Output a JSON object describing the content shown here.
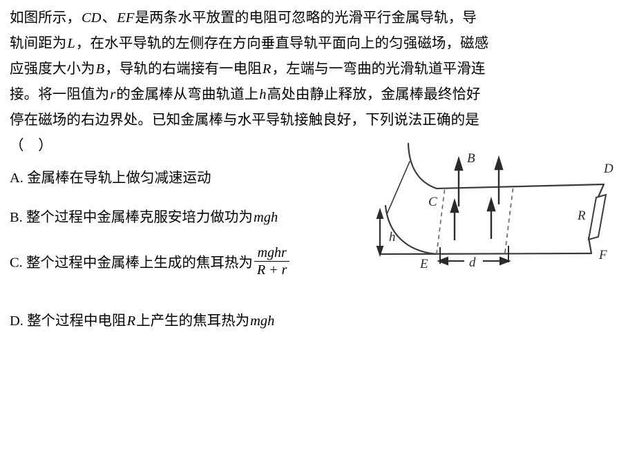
{
  "document": {
    "type": "physics-multiple-choice-question",
    "language": "zh-CN"
  },
  "stem": {
    "lines": [
      {
        "parts": [
          {
            "t": "text",
            "v": "如图所示，"
          },
          {
            "t": "math",
            "v": "CD"
          },
          {
            "t": "text",
            "v": "、"
          },
          {
            "t": "math",
            "v": "EF"
          },
          {
            "t": "text",
            "v": "是两条水平放置的电阻可忽略的光滑平行金属导轨，导"
          }
        ]
      },
      {
        "parts": [
          {
            "t": "text",
            "v": "轨间距为"
          },
          {
            "t": "math",
            "v": "L"
          },
          {
            "t": "text",
            "v": "，在水平导轨的左侧存在方向垂直导轨平面向上的匀强磁场，磁感"
          }
        ]
      },
      {
        "parts": [
          {
            "t": "text",
            "v": "应强度大小为"
          },
          {
            "t": "math",
            "v": "B"
          },
          {
            "t": "text",
            "v": "，导轨的右端接有一电阻"
          },
          {
            "t": "math",
            "v": "R"
          },
          {
            "t": "text",
            "v": "，左端与一弯曲的光滑轨道平滑连"
          }
        ]
      },
      {
        "parts": [
          {
            "t": "text",
            "v": "接。将一阻值为"
          },
          {
            "t": "math",
            "v": "r"
          },
          {
            "t": "text",
            "v": "的金属棒从弯曲轨道上"
          },
          {
            "t": "math",
            "v": "h"
          },
          {
            "t": "text",
            "v": "高处由静止释放，金属棒最终恰好"
          }
        ]
      },
      {
        "parts": [
          {
            "t": "text",
            "v": "停在磁场的右边界处。已知金属棒与水平导轨接触良好，下列说法正确的是"
          }
        ]
      },
      {
        "parts": [
          {
            "t": "text",
            "v": "（　）"
          }
        ]
      }
    ]
  },
  "options": [
    {
      "id": "A",
      "letter": "A.",
      "parts": [
        {
          "t": "text",
          "v": "金属棒在导轨上做匀减速运动"
        }
      ]
    },
    {
      "id": "B",
      "letter": "B.",
      "parts": [
        {
          "t": "text",
          "v": "整个过程中金属棒克服安培力做功为"
        },
        {
          "t": "math",
          "v": "mgh"
        }
      ]
    },
    {
      "id": "C",
      "letter": "C.",
      "parts": [
        {
          "t": "text",
          "v": "整个过程中金属棒上生成的焦耳热为"
        },
        {
          "t": "frac",
          "num": "mghr",
          "den": "R + r"
        }
      ]
    },
    {
      "id": "D",
      "letter": "D.",
      "parts": [
        {
          "t": "text",
          "v": "整个过程中电阻"
        },
        {
          "t": "math",
          "v": "R"
        },
        {
          "t": "text",
          "v": "上产生的焦耳热为"
        },
        {
          "t": "math",
          "v": "mgh"
        }
      ]
    }
  ],
  "figure": {
    "caption": "inclined-curved-track-with-horizontal-rails-and-magnetic-field",
    "labels": {
      "B": "B",
      "C": "C",
      "D": "D",
      "E": "E",
      "F": "F",
      "R": "R",
      "d": "d",
      "h": "h"
    },
    "elements": {
      "field_arrow_count": 4,
      "field_region_label": "d",
      "height_label": "h",
      "resistor_label": "R",
      "rail_top_label_left": "C",
      "rail_top_label_right": "D",
      "rail_bottom_label_left": "E",
      "rail_bottom_label_right": "F",
      "magnetic_field_label": "B"
    },
    "colors": {
      "stroke": "#3a3a3a",
      "dashed": "#6a6a6a",
      "background": "#ffffff"
    }
  }
}
